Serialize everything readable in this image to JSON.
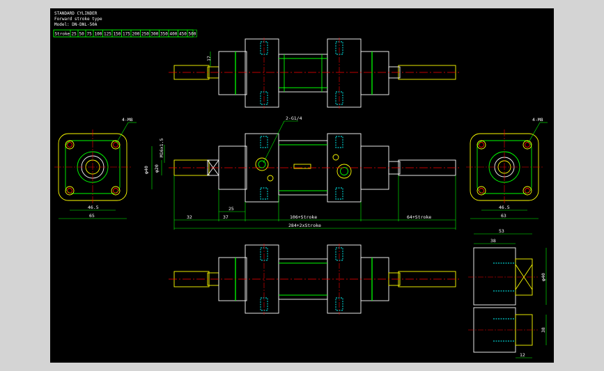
{
  "title_block": {
    "line1": "STANDARD CYLINDER",
    "line2": "Forward stroke type",
    "line3": "Model: DN-DNL-50A"
  },
  "stroke_table": {
    "header": "Stroke",
    "values": [
      "25",
      "50",
      "75",
      "100",
      "125",
      "150",
      "175",
      "200",
      "250",
      "300",
      "350",
      "400",
      "450",
      "500"
    ]
  },
  "dimensions": {
    "d17": "17",
    "d4m8_left": "4-M8",
    "d4m8_right": "4-M8",
    "port": "2-G1/4",
    "m16": "M16x1.5",
    "phi20": "φ20",
    "phi40": "φ40",
    "d465_left": "46.5",
    "d65_left": "65",
    "d465_right": "46.5",
    "d65_right": "63",
    "d32": "32",
    "d37": "37",
    "d25": "25",
    "d106": "106+Stroke",
    "d64": "64+Stroke",
    "d284": "284+2xStroke",
    "d53": "53",
    "d38": "38",
    "d40_right": "φ40",
    "d38_right": "38",
    "d12": "12"
  },
  "colors": {
    "background": "#000000",
    "frame": "#d4d4d4",
    "body_line": "#ffffff",
    "yellow": "#ffff00",
    "green": "#00ff00",
    "red": "#ff0000",
    "cyan": "#00ffff",
    "magenta": "#ff00ff"
  }
}
